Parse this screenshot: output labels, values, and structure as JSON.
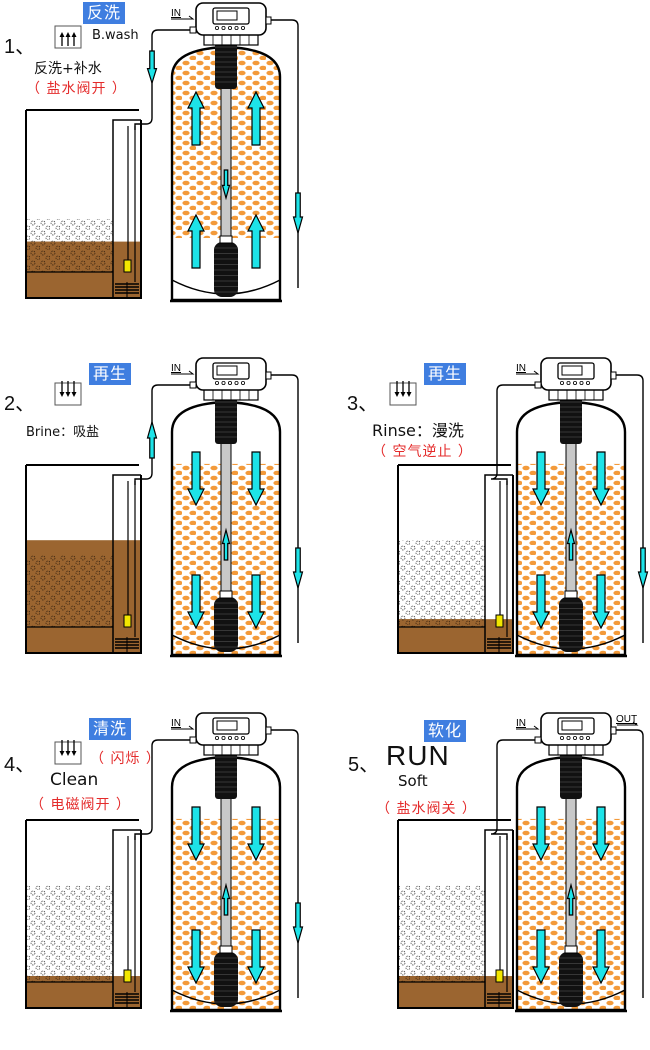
{
  "title": "软水器工作流程",
  "colors": {
    "badge": "#3f7ee0",
    "note_red": "#e42b2b",
    "resin": "#f39a3a",
    "brine": "#9b6530",
    "arrow": "#1de3e8",
    "riser": "#c8c8c8",
    "float": "#f2e600"
  },
  "panels": [
    {
      "id": "backwash",
      "number": "1、",
      "badge": "反洗",
      "icon": "arrows-up-icon",
      "en_label": "B.wash",
      "cn_label": "反洗+补水",
      "note": "（ 盐水阀开 ）",
      "flow_direction": "up",
      "inlet_label": "IN",
      "outlet_label": "",
      "brine_line_arrow": "down",
      "drain_arrow": "down",
      "resin_level": 0.85,
      "resin_bed": "expanded",
      "brine_level": 0.3,
      "salt_level": 0.42
    },
    {
      "id": "brine",
      "number": "2、",
      "badge": "再生",
      "icon": "arrows-down-icon",
      "en_label": "Brine：吸盐",
      "cn_label": "",
      "note": "",
      "flow_direction": "down",
      "inlet_label": "IN",
      "outlet_label": "",
      "brine_line_arrow": "up",
      "drain_arrow": "down",
      "resin_level": 0.78,
      "resin_bed": "settled",
      "brine_level": 0.6,
      "salt_level": 0.52
    },
    {
      "id": "rinse",
      "number": "3、",
      "badge": "再生",
      "icon": "arrows-down-icon",
      "en_label": "Rinse：漫洗",
      "cn_label": "",
      "note": "（ 空气逆止 ）",
      "flow_direction": "down",
      "inlet_label": "IN",
      "outlet_label": "",
      "brine_line_arrow": "",
      "drain_arrow": "down",
      "resin_level": 0.78,
      "resin_bed": "settled",
      "brine_level": 0.18,
      "salt_level": 0.6
    },
    {
      "id": "clean",
      "number": "4、",
      "badge": "清洗",
      "icon": "arrows-down-icon",
      "en_label": "Clean",
      "cn_label": "",
      "note": "（ 电磁阀开 ）",
      "blink_note": "（ 闪烁 ）",
      "flow_direction": "down",
      "inlet_label": "IN",
      "outlet_label": "",
      "brine_line_arrow": "",
      "drain_arrow": "down",
      "resin_level": 0.78,
      "resin_bed": "settled",
      "brine_level": 0.17,
      "salt_level": 0.65
    },
    {
      "id": "run",
      "number": "5、",
      "badge": "软化",
      "icon": "",
      "en_label": "RUN",
      "cn_label": "Soft",
      "note": "（ 盐水阀关 ）",
      "flow_direction": "down",
      "inlet_label": "IN",
      "outlet_label": "OUT",
      "brine_line_arrow": "",
      "drain_arrow": "",
      "resin_level": 0.78,
      "resin_bed": "settled",
      "brine_level": 0.17,
      "salt_level": 0.65
    }
  ]
}
